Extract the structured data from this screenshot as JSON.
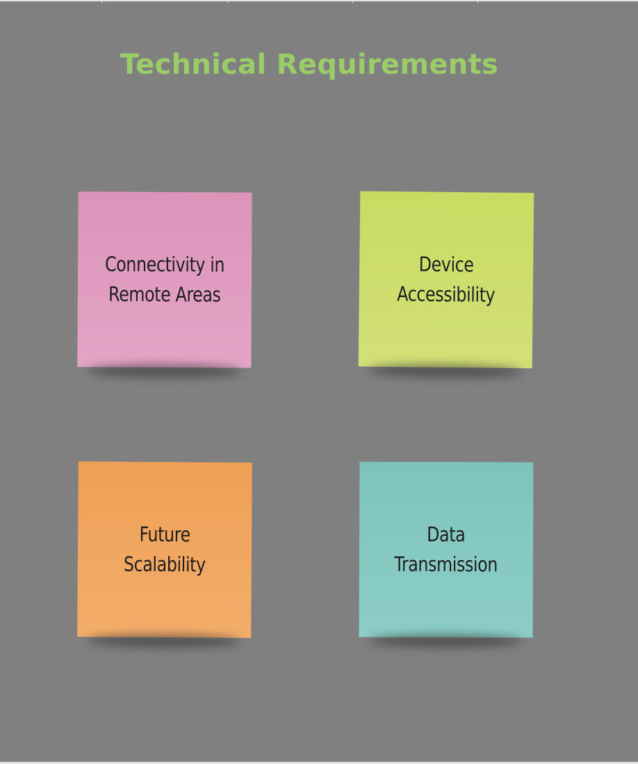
{
  "title": "Technical Requirements",
  "notes": [
    {
      "label": "Connectivity in\nRemote Areas",
      "color": "#dc94ba"
    },
    {
      "label": "Device\nAccessibility",
      "color": "#c9db62"
    },
    {
      "label": "Future Scalability",
      "color": "#eea056"
    },
    {
      "label": "Data\nTransmission",
      "color": "#7ec4bc"
    }
  ],
  "colors": {
    "background": "#808080",
    "title": "#9acd68"
  }
}
